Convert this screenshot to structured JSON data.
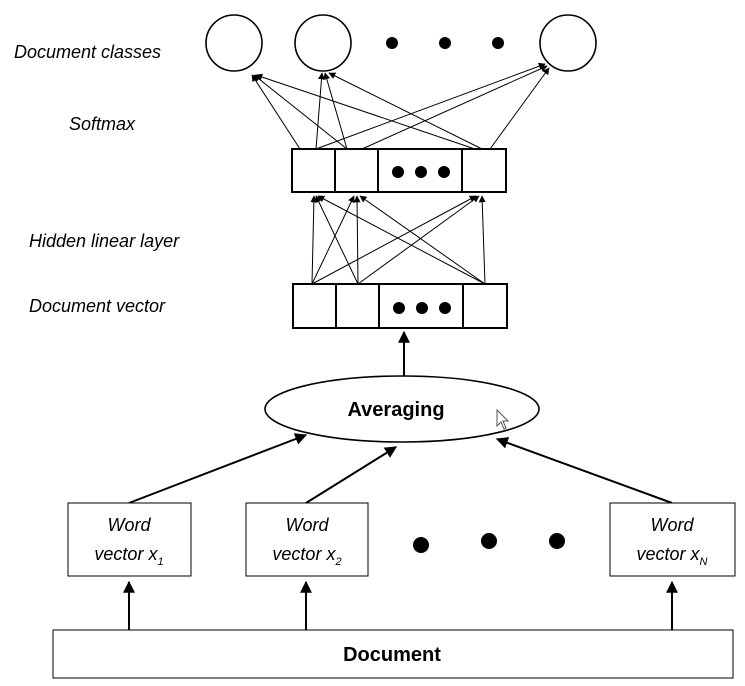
{
  "labels": {
    "document_classes": "Document classes",
    "softmax": "Softmax",
    "hidden_linear_layer": "Hidden linear layer",
    "document_vector": "Document vector"
  },
  "averaging": "Averaging",
  "document": "Document",
  "word_vectors": [
    {
      "line1": "Word",
      "line2": "vector x",
      "sub": "1"
    },
    {
      "line1": "Word",
      "line2": "vector x",
      "sub": "2"
    },
    {
      "line1": "Word",
      "line2": "vector x",
      "sub": "N"
    }
  ]
}
